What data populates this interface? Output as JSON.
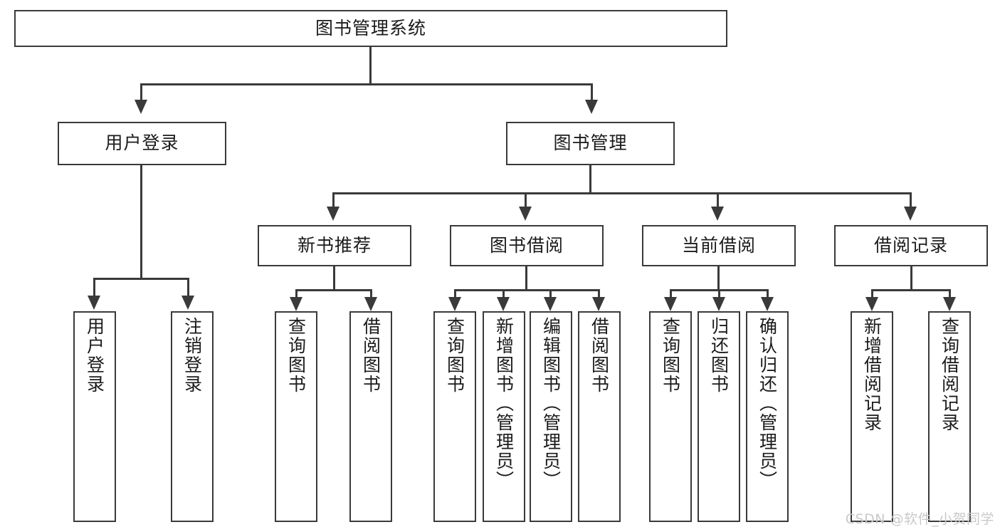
{
  "diagram": {
    "title": "图书管理系统",
    "type": "tree",
    "root": {
      "label": "图书管理系统"
    },
    "level2": [
      {
        "label": "用户登录"
      },
      {
        "label": "图书管理"
      }
    ],
    "level3": [
      {
        "label": "新书推荐"
      },
      {
        "label": "图书借阅"
      },
      {
        "label": "当前借阅"
      },
      {
        "label": "借阅记录"
      }
    ],
    "leaves": {
      "user_login": [
        {
          "label": "用户登录"
        },
        {
          "label": "注销登录"
        }
      ],
      "new_book_recommend": [
        {
          "label": "查询图书"
        },
        {
          "label": "借阅图书"
        }
      ],
      "book_borrow": [
        {
          "label": "查询图书"
        },
        {
          "label": "新增图书（管理员）"
        },
        {
          "label": "编辑图书（管理员）"
        },
        {
          "label": "借阅图书"
        }
      ],
      "current_borrow": [
        {
          "label": "查询图书"
        },
        {
          "label": "归还图书"
        },
        {
          "label": "确认归还（管理员）"
        }
      ],
      "borrow_record": [
        {
          "label": "新增借阅记录"
        },
        {
          "label": "查询借阅记录"
        }
      ]
    }
  },
  "watermark": {
    "text": "CSDN @软件_小贺同学"
  },
  "colors": {
    "stroke": "#3a3a3a",
    "text": "#1b1b1b",
    "background": "#ffffff",
    "watermark": "#c9c9c9"
  }
}
